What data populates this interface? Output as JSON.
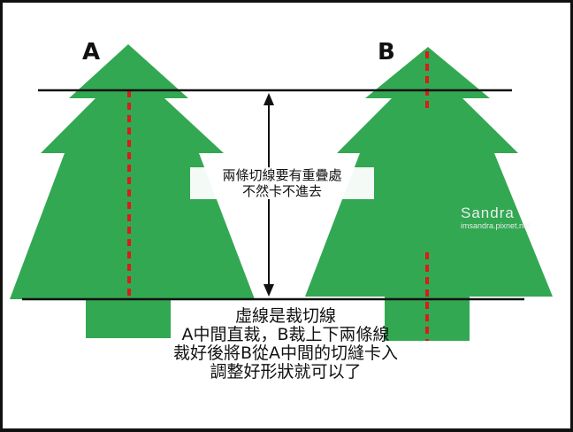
{
  "labels": {
    "tree_a": "A",
    "tree_b": "B"
  },
  "notes": {
    "overlap_line1": "兩條切線要有重疊處",
    "overlap_line2": "不然卡不進去",
    "instruction_line1": "虛線是裁切線",
    "instruction_line2": "A中間直裁，B裁上下兩條線",
    "instruction_line3": "裁好後將B從A中間的切縫卡入",
    "instruction_line4": "調整好形狀就可以了"
  },
  "watermark": {
    "name": "Sandra",
    "site": "imsandra.pixnet.net"
  },
  "colors": {
    "tree_green": "#32a852",
    "cut_line_red": "#e01818",
    "guide_line": "#111111"
  }
}
